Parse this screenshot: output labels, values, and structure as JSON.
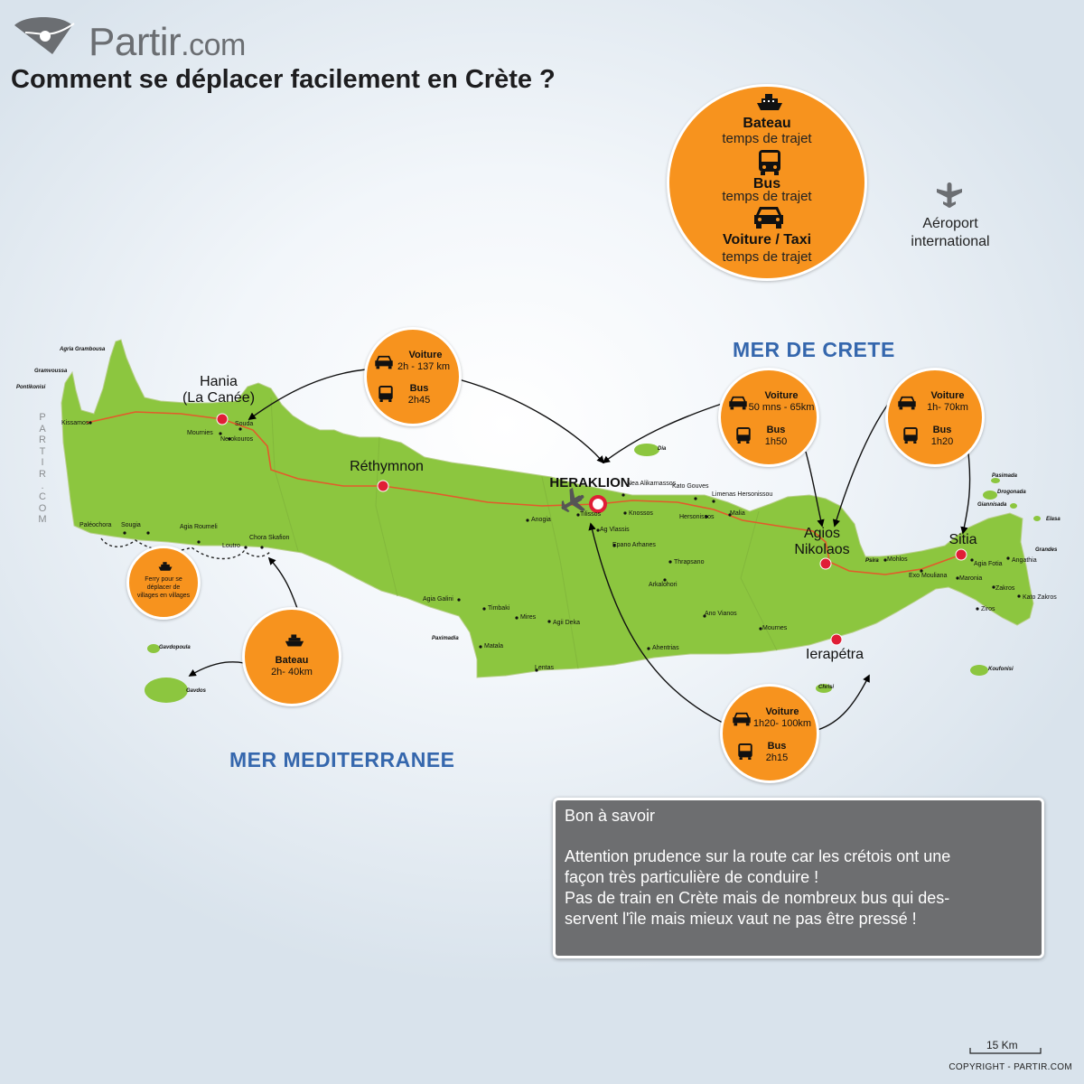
{
  "brand": {
    "name": "Partir",
    "suffix": ".com"
  },
  "title": "Comment se déplacer facilement en Crète ?",
  "colors": {
    "sea_label": "#3567ad",
    "land": "#8cc63f",
    "circle": "#f7931e",
    "road": "#e35a2b",
    "city_marker": "#e01e36",
    "info_box": "#6d6e70"
  },
  "legend": {
    "icons": [
      "ship-icon",
      "bus-icon",
      "car-icon"
    ],
    "boat_label": "Bateau",
    "boat_sub": "temps de trajet",
    "bus_label": "Bus",
    "bus_sub": "temps de trajet",
    "car_label": "Voiture / Taxi",
    "car_sub": "temps de trajet"
  },
  "airport_legend": {
    "icon": "plane-icon",
    "label": "Aéroport international"
  },
  "seas": {
    "north": "MER DE CRETE",
    "south": "MER MEDITERRANEE"
  },
  "watermark": "PARTIR.COM",
  "routes": {
    "hania": {
      "car_label": "Voiture",
      "car_value": "2h - 137 km",
      "bus_label": "Bus",
      "bus_value": "2h45"
    },
    "agios": {
      "car_label": "Voiture",
      "car_value": "50 mns - 65km",
      "bus_label": "Bus",
      "bus_value": "1h50"
    },
    "sitia": {
      "car_label": "Voiture",
      "car_value": "1h- 70km",
      "bus_label": "Bus",
      "bus_value": "1h20"
    },
    "ierapetra": {
      "car_label": "Voiture",
      "car_value": "1h20- 100km",
      "bus_label": "Bus",
      "bus_value": "2h15"
    },
    "gavdos": {
      "boat_label": "Bateau",
      "boat_value": "2h- 40km"
    },
    "ferry": {
      "text_1": "Ferry pour se",
      "text_2": "déplacer de",
      "text_3": "villages en villages"
    }
  },
  "cities": {
    "hania_1": "Hania",
    "hania_2": "(La Canée)",
    "rethymnon": "Réthymnon",
    "heraklion": "HERAKLION",
    "agios_1": "Agios",
    "agios_2": "Nikolaos",
    "sitia": "Sitia",
    "ierapetra": "Ierapétra"
  },
  "towns": [
    "Kissamos",
    "Souda",
    "Mournies",
    "Nerokouros",
    "Paléochora",
    "Sougia",
    "Agia Roumeli",
    "Loutro",
    "Chora Skafion",
    "Nea Alikarnassos",
    "Kato Gouves",
    "Limenas Hersonissou",
    "Hersonissos",
    "Malia",
    "Tilissos",
    "Knossos",
    "Anogia",
    "Ag Vlassis",
    "Epano Arhanes",
    "Thrapsano",
    "Arkalohori",
    "Agia Galini",
    "Timbaki",
    "Mires",
    "Agii Deka",
    "Matala",
    "Lentas",
    "Ano Vianos",
    "Mournes",
    "Ahentrias",
    "Mohlos",
    "Exo Mouliana",
    "Agia Fotia",
    "Maronia",
    "Zakros",
    "Kato Zakros",
    "Ziros",
    "Angathia"
  ],
  "islets": [
    "Agria Grambousa",
    "Gramvoussa",
    "Pontikonisi",
    "Dia",
    "Psira",
    "Pasimada",
    "Drogonada",
    "Giannisada",
    "Elasa",
    "Grandes",
    "Koufonisi",
    "Chrisi",
    "Gavdopoula",
    "Gavdos",
    "Paximadia"
  ],
  "info": {
    "title": "Bon à savoir",
    "line_1": "Attention prudence sur la route car les crétois ont une",
    "line_2": "façon très particulière de conduire !",
    "line_3": "Pas de train en Crète mais de nombreux bus qui des-",
    "line_4": "servent l'île mais mieux vaut ne pas être pressé !"
  },
  "scale": "15 Km",
  "copyright": "COPYRIGHT - PARTIR.COM"
}
